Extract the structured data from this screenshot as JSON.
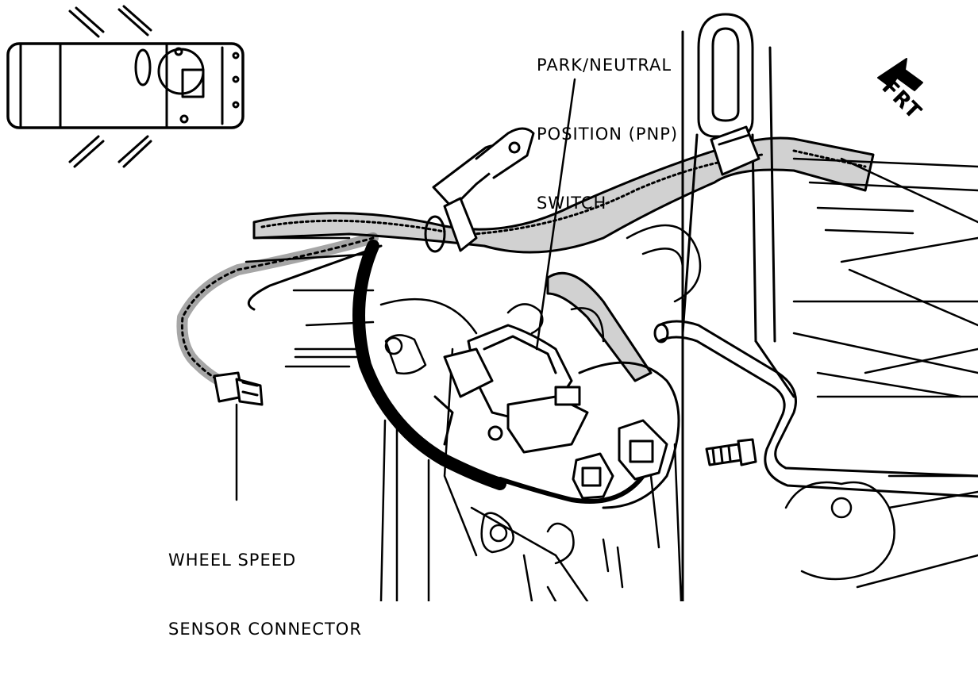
{
  "labels": {
    "pnp_line1": "PARK/NEUTRAL",
    "pnp_line2": "POSITION (PNP)",
    "pnp_line3": "SWITCH",
    "wss_line1": "WHEEL SPEED",
    "wss_line2": "SENSOR CONNECTOR",
    "front": "FRT"
  },
  "colors": {
    "ink": "#000000",
    "paper": "#ffffff"
  }
}
